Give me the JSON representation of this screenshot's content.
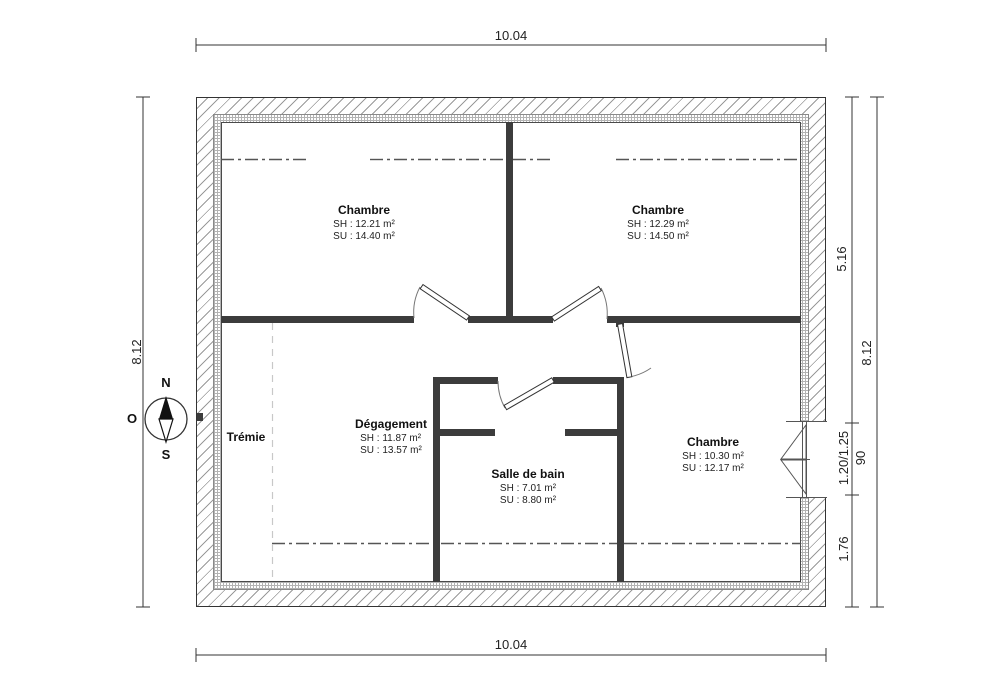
{
  "plan": {
    "dimensions": {
      "width_top": "10.04",
      "width_bottom": "10.04",
      "height_left": "8.12",
      "height_right": "8.12",
      "right_upper": "5.16",
      "window_size": "1.20/1.25",
      "window_sill": "90",
      "right_lower": "1.76"
    },
    "compass": {
      "north": "N",
      "south": "S",
      "west": "O"
    },
    "rooms": {
      "bedroom_top_left": {
        "name": "Chambre",
        "sh": "SH : 12.21 m²",
        "su": "SU : 14.40 m²"
      },
      "bedroom_top_right": {
        "name": "Chambre",
        "sh": "SH : 12.29 m²",
        "su": "SU : 14.50 m²"
      },
      "hallway": {
        "name": "Dégagement",
        "sh": "SH : 11.87 m²",
        "su": "SU : 13.57 m²"
      },
      "bathroom": {
        "name": "Salle de bain",
        "sh": "SH : 7.01 m²",
        "su": "SU : 8.80 m²"
      },
      "bedroom_right": {
        "name": "Chambre",
        "sh": "SH : 10.30 m²",
        "su": "SU : 12.17 m²"
      },
      "stairwell": {
        "name": "Trémie"
      }
    },
    "colors": {
      "wall": "#3c3c3c",
      "hatch": "#9a9a9a",
      "axis_line": "#555555"
    }
  }
}
